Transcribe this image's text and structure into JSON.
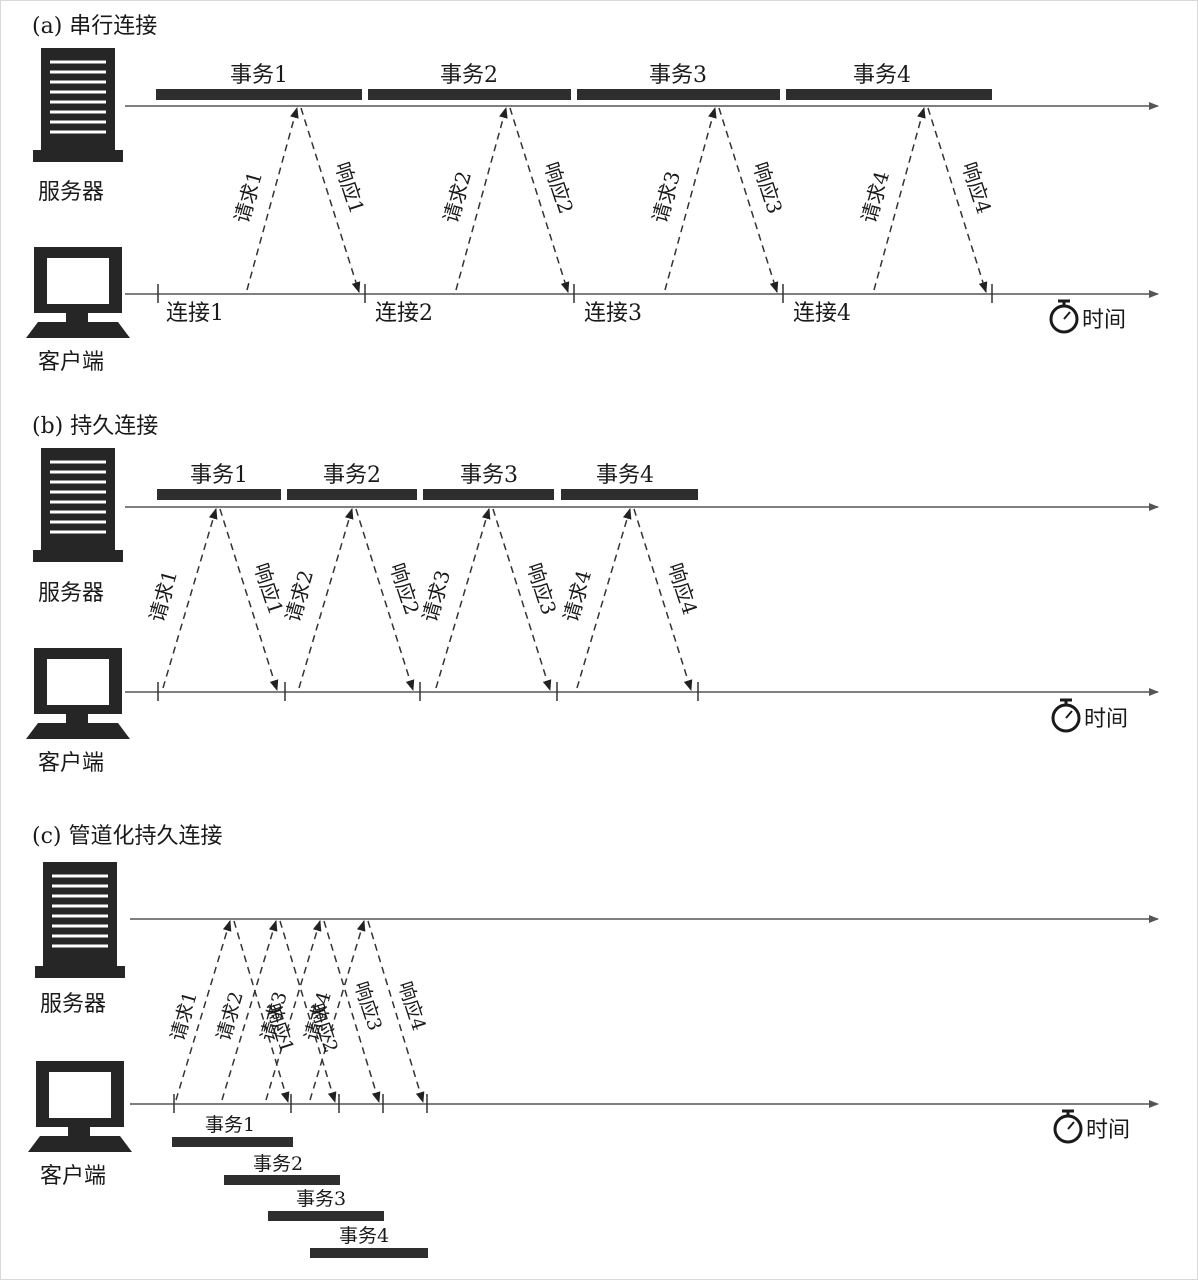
{
  "labels": {
    "server": "服务器",
    "client": "客户端",
    "time": "时间"
  },
  "colors": {
    "ink": "#1a1a1a",
    "bar": "#2e2e2e",
    "axis": "#555555",
    "dash": "#333333"
  },
  "sections": [
    {
      "id": "a",
      "title": "(a) 串行连接",
      "transactions": [
        "事务1",
        "事务2",
        "事务3",
        "事务4"
      ],
      "requests": [
        "请求1",
        "请求2",
        "请求3",
        "请求4"
      ],
      "responses": [
        "响应1",
        "响应2",
        "响应3",
        "响应4"
      ],
      "connections": [
        "连接1",
        "连接2",
        "连接3",
        "连接4"
      ]
    },
    {
      "id": "b",
      "title": "(b) 持久连接",
      "transactions": [
        "事务1",
        "事务2",
        "事务3",
        "事务4"
      ],
      "requests": [
        "请求1",
        "请求2",
        "请求3",
        "请求4"
      ],
      "responses": [
        "响应1",
        "响应2",
        "响应3",
        "响应4"
      ]
    },
    {
      "id": "c",
      "title": "(c) 管道化持久连接",
      "transactions": [
        "事务1",
        "事务2",
        "事务3",
        "事务4"
      ],
      "requests": [
        "请求1",
        "请求2",
        "请求3",
        "请求4"
      ],
      "responses": [
        "响应1",
        "响应2",
        "响应3",
        "响应4"
      ]
    }
  ]
}
